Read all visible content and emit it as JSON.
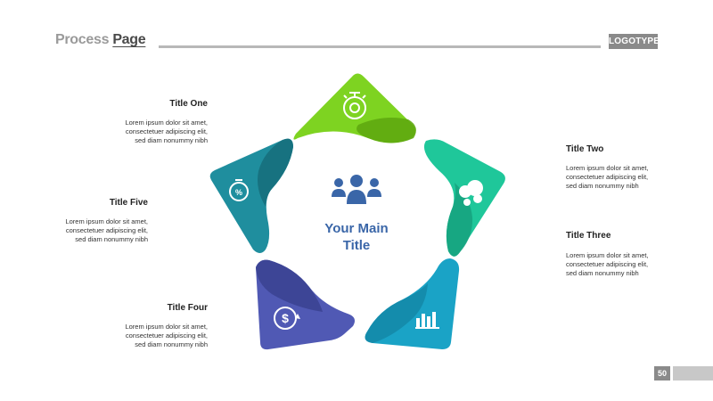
{
  "header": {
    "title_light": "Process ",
    "title_strong": "Page",
    "logo": "LOGOTYPE"
  },
  "center": {
    "title_line1": "Your Main",
    "title_line2": "Title",
    "icon": "team-icon",
    "color": "#3a66a8"
  },
  "steps": [
    {
      "title": "Title One",
      "desc": [
        "Lorem ipsum dolor sit amet,",
        "consectetuer adipiscing elit,",
        "sed diam nonummy nibh"
      ],
      "icon": "gear-stopwatch-icon",
      "color": "#7ed321"
    },
    {
      "title": "Title Two",
      "desc": [
        "Lorem ipsum dolor sit amet,",
        "consectetuer adipiscing elit,",
        "sed diam nonummy nibh"
      ],
      "icon": "chat-bubbles-icon",
      "color": "#1fc79a"
    },
    {
      "title": "Title Three",
      "desc": [
        "Lorem ipsum dolor sit amet,",
        "consectetuer adipiscing elit,",
        "sed diam nonummy nibh"
      ],
      "icon": "bar-chart-icon",
      "color": "#1aa3c6"
    },
    {
      "title": "Title Four",
      "desc": [
        "Lorem ipsum dolor sit amet,",
        "consectetuer adipiscing elit,",
        "sed diam nonummy nibh"
      ],
      "icon": "dollar-refresh-icon",
      "color": "#5059b4"
    },
    {
      "title": "Title Five",
      "desc": [
        "Lorem ipsum dolor sit amet,",
        "consectetuer adipiscing elit,",
        "sed diam nonummy nibh"
      ],
      "icon": "clock-percent-icon",
      "color": "#1f8e9e"
    }
  ],
  "footer": {
    "page_number": "50"
  }
}
